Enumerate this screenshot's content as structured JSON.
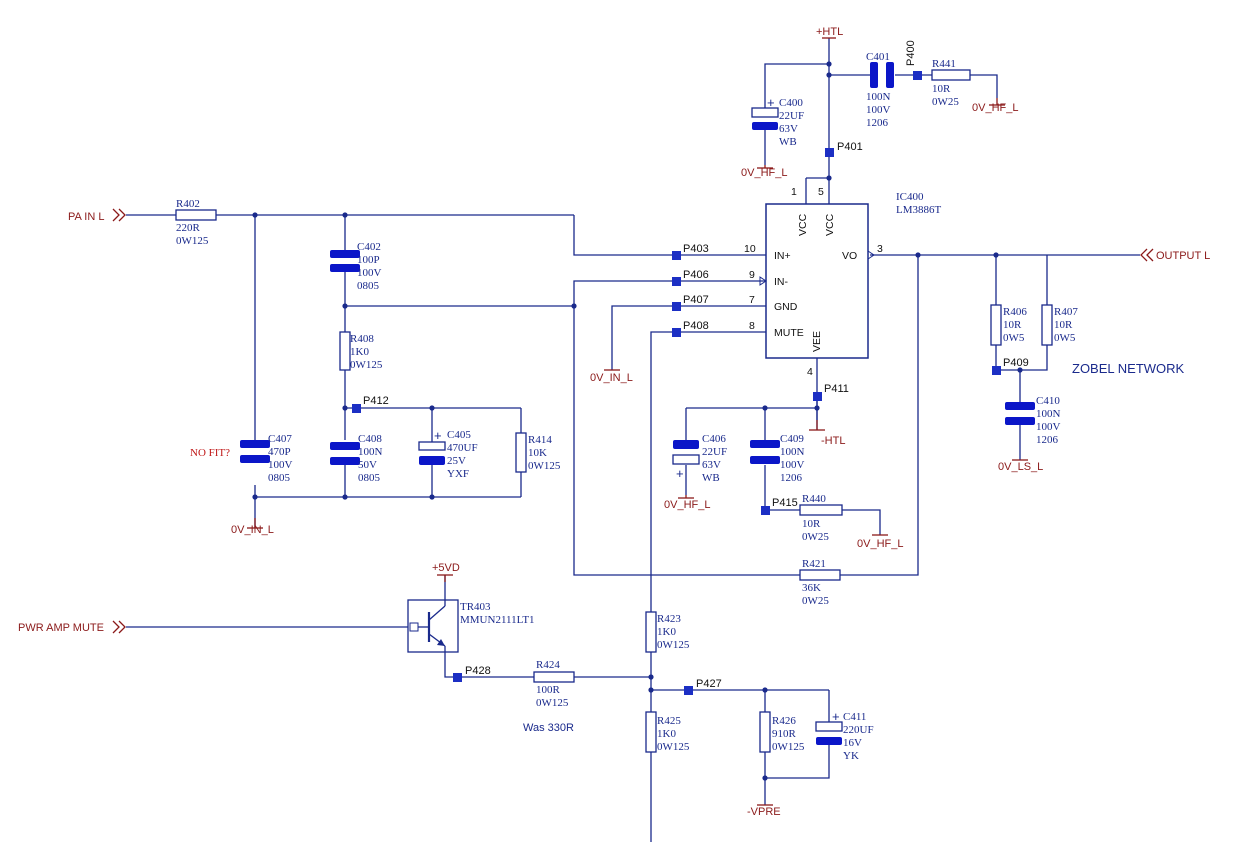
{
  "nets": {
    "pa_in": "PA IN L",
    "output": "OUTPUT L",
    "pwr_mute": "PWR AMP MUTE",
    "htl_pos": "+HTL",
    "htl_neg": "-HTL",
    "vd5": "+5VD",
    "vpre": "-VPRE",
    "hf_top": "0V_HF_L",
    "hf_c400": "0V_HF_L",
    "hf_c406": "0V_HF_L",
    "hf_r440": "0V_HF_L",
    "in_gnd": "0V_IN_L",
    "in_c407": "0V_IN_L",
    "ls": "0V_LS_L"
  },
  "ic": {
    "ref": "IC400",
    "part": "LM3886T",
    "pins": {
      "vcc1": "VCC",
      "vcc2": "VCC",
      "in_plus": "IN+",
      "in_minus": "IN-",
      "gnd": "GND",
      "mute": "MUTE",
      "vee": "VEE",
      "vo": "VO"
    },
    "pin_numbers": {
      "p1": "1",
      "p5": "5",
      "p10": "10",
      "p9": "9",
      "p7": "7",
      "p8": "8",
      "p4": "4",
      "p3": "3"
    }
  },
  "components": {
    "R402": {
      "ref": "R402",
      "v1": "220R",
      "v2": "0W125"
    },
    "C402": {
      "ref": "C402",
      "v1": "100P",
      "v2": "100V",
      "v3": "0805"
    },
    "R408": {
      "ref": "R408",
      "v1": "1K0",
      "v2": "0W125"
    },
    "C407": {
      "ref": "C407",
      "v1": "470P",
      "v2": "100V",
      "v3": "0805"
    },
    "C408": {
      "ref": "C408",
      "v1": "100N",
      "v2": "50V",
      "v3": "0805"
    },
    "C405": {
      "ref": "C405",
      "v1": "470UF",
      "v2": "25V",
      "v3": "YXF"
    },
    "R414": {
      "ref": "R414",
      "v1": "10K",
      "v2": "0W125"
    },
    "C400": {
      "ref": "C400",
      "v1": "22UF",
      "v2": "63V",
      "v3": "WB"
    },
    "C401": {
      "ref": "C401",
      "v1": "100N",
      "v2": "100V",
      "v3": "1206"
    },
    "R441": {
      "ref": "R441",
      "v1": "10R",
      "v2": "0W25"
    },
    "C406": {
      "ref": "C406",
      "v1": "22UF",
      "v2": "63V",
      "v3": "WB"
    },
    "C409": {
      "ref": "C409",
      "v1": "100N",
      "v2": "100V",
      "v3": "1206"
    },
    "R440": {
      "ref": "R440",
      "v1": "10R",
      "v2": "0W25"
    },
    "R421": {
      "ref": "R421",
      "v1": "36K",
      "v2": "0W25"
    },
    "R406": {
      "ref": "R406",
      "v1": "10R",
      "v2": "0W5"
    },
    "R407": {
      "ref": "R407",
      "v1": "10R",
      "v2": "0W5"
    },
    "C410": {
      "ref": "C410",
      "v1": "100N",
      "v2": "100V",
      "v3": "1206"
    },
    "TR403": {
      "ref": "TR403",
      "v1": "MMUN2111LT1"
    },
    "R424": {
      "ref": "R424",
      "v1": "100R",
      "v2": "0W125"
    },
    "R423": {
      "ref": "R423",
      "v1": "1K0",
      "v2": "0W125"
    },
    "R425": {
      "ref": "R425",
      "v1": "1K0",
      "v2": "0W125"
    },
    "R426": {
      "ref": "R426",
      "v1": "910R",
      "v2": "0W125"
    },
    "C411": {
      "ref": "C411",
      "v1": "220UF",
      "v2": "16V",
      "v3": "YK"
    }
  },
  "pads": {
    "P400": "P400",
    "P401": "P401",
    "P403": "P403",
    "P406": "P406",
    "P407": "P407",
    "P408": "P408",
    "P409": "P409",
    "P411": "P411",
    "P412": "P412",
    "P415": "P415",
    "P427": "P427",
    "P428": "P428"
  },
  "notes": {
    "no_fit": "NO FIT?",
    "was": "Was 330R",
    "zobel": "ZOBEL NETWORK"
  }
}
